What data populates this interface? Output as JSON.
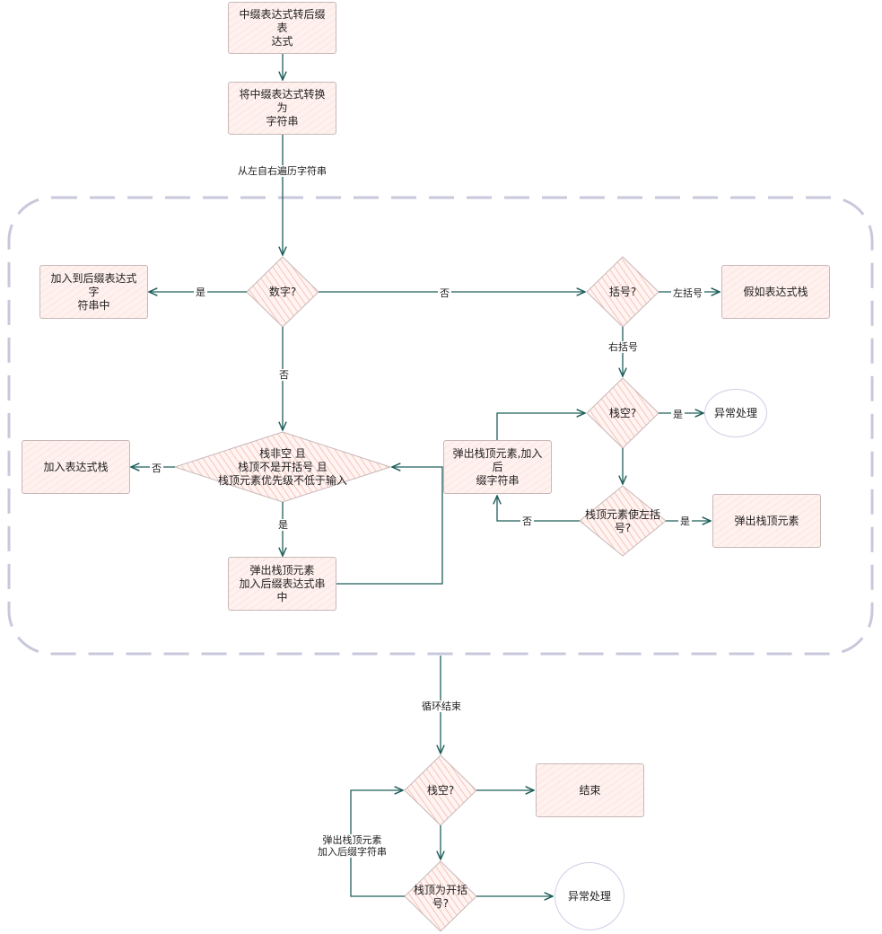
{
  "nodes": {
    "start": "中缀表达式转后缀表\n达式",
    "to_string": "将中缀表达式转换为\n字符串",
    "is_number": "数字?",
    "append_postfix": "加入到后缀表达式字\n符串中",
    "is_paren": "括号?",
    "push_stack": "假如表达式栈",
    "stack_cond": "栈非空  且\n栈顶不是开括号  且\n栈顶元素优先级不低于输入",
    "add_stack": "加入表达式栈",
    "pop_append": "弹出栈顶元素\n加入后缀表达式串中",
    "pop_append2": "弹出栈顶元素,加入后\n缀字符串",
    "stack_empty": "栈空?",
    "exception1": "异常处理",
    "top_left_paren": "栈顶元素使左括\n号?",
    "pop_top": "弹出栈顶元素",
    "stack_empty2": "栈空?",
    "end": "结束",
    "top_open_paren": "栈顶为开括\n号?",
    "exception2": "异常处理"
  },
  "edges": {
    "traverse": "从左自右遍历字符串",
    "yes_number": "是",
    "no_number": "否",
    "no_cond": "否",
    "left_paren": "左括号",
    "right_paren": "右括号",
    "yes_empty": "是",
    "yes_cond": "是",
    "no_top": "否",
    "yes_top": "是",
    "loop_end": "循环结束",
    "pop_loop": "弹出栈顶元素\n加入后缀字符串"
  },
  "colors": {
    "edge": "#1f5f5b",
    "loop_border": "#c8c8dc",
    "node_fill": "#fdeee9",
    "node_hatch": "#f6c4bc"
  }
}
